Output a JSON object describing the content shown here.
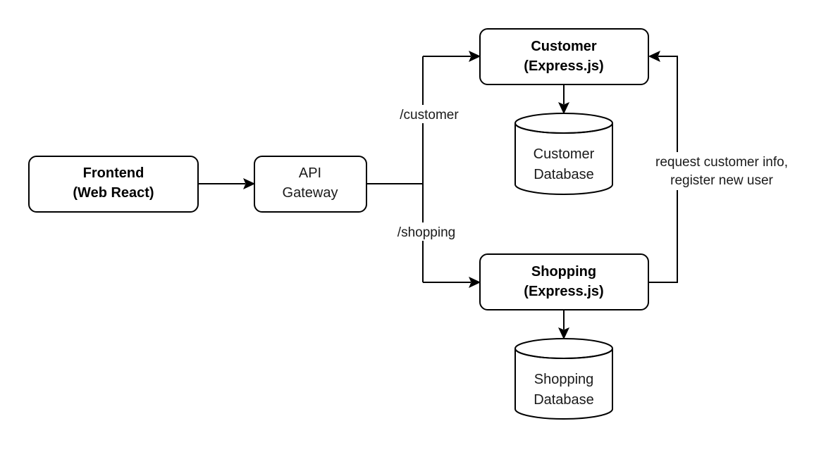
{
  "nodes": {
    "frontend": {
      "line1": "Frontend",
      "line2": "(Web React)"
    },
    "gateway": {
      "line1": "API",
      "line2": "Gateway"
    },
    "customer": {
      "line1": "Customer",
      "line2": "(Express.js)"
    },
    "shopping": {
      "line1": "Shopping",
      "line2": "(Express.js)"
    },
    "customer_db": {
      "line1": "Customer",
      "line2": "Database"
    },
    "shopping_db": {
      "line1": "Shopping",
      "line2": "Database"
    }
  },
  "edges": {
    "to_customer": "/customer",
    "to_shopping": "/shopping",
    "shopping_to_customer_line1": "request customer info,",
    "shopping_to_customer_line2": "register new user"
  },
  "colors": {
    "stroke": "#000000",
    "fill": "#ffffff",
    "text": "#1a1a1a"
  }
}
